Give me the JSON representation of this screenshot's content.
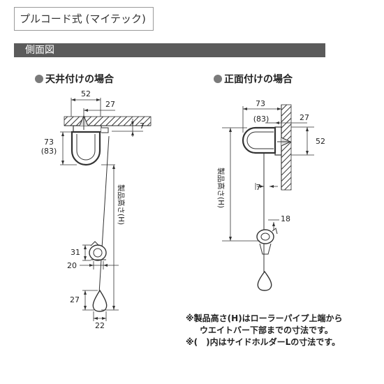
{
  "header": {
    "title": "プルコード式 (マイテック)"
  },
  "section": {
    "label": "側面図"
  },
  "ceiling": {
    "heading": "天井付けの場合",
    "dim_width": "52",
    "dim_offset": "27",
    "dim_gap": "7",
    "dim_height": "73",
    "dim_height_alt": "(83)",
    "dim_cord_label": "製品高さ(H)",
    "dim_cord_holder": "31",
    "dim_cord_side": "20",
    "dim_weight_height": "27",
    "dim_weight_width": "22"
  },
  "front": {
    "heading": "正面付けの場合",
    "dim_width": "73",
    "dim_width_alt": "(83)",
    "dim_offset": "27",
    "dim_height": "52",
    "dim_gap": "7",
    "dim_cord_label": "製品高さ(H)",
    "dim_holder": "18"
  },
  "notes": {
    "line1": "※製品高さ(H)はローラーパイプ上端から",
    "line2": "ウエイトバー下部までの寸法です。",
    "line3": "※(　)内はサイドホルダーLの寸法です。"
  }
}
